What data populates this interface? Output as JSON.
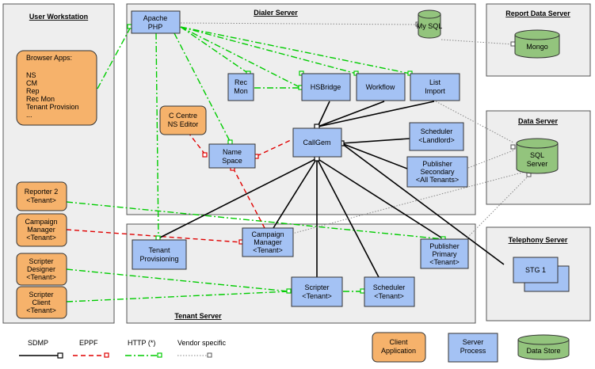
{
  "zones": {
    "user_workstation": "User Workstation",
    "dialer_server": "Dialer Server",
    "report_data_server": "Report Data Server",
    "data_server": "Data Server",
    "telephony_server": "Telephony Server",
    "tenant_server": "Tenant Server"
  },
  "nodes": {
    "apache": [
      "Apache",
      "PHP"
    ],
    "mysql": [
      "My SQL"
    ],
    "mongo": [
      "Mongo"
    ],
    "sql_server": [
      "SQL",
      "Server"
    ],
    "browser_apps": [
      "Browser Apps:",
      "",
      "NS",
      "CM",
      "Rep",
      "Rec Mon",
      "Tenant Provision",
      "..."
    ],
    "rec_mon": [
      "Rec",
      "Mon"
    ],
    "hsbridge": [
      "HSBridge"
    ],
    "workflow": [
      "Workflow"
    ],
    "list_import": [
      "List",
      "Import"
    ],
    "c_centre": [
      "C Centre",
      "NS Editor"
    ],
    "callgem": [
      "CallGem"
    ],
    "scheduler_landlord": [
      "Scheduler",
      "<Landlord>"
    ],
    "name_space": [
      "Name",
      "Space"
    ],
    "publisher_secondary": [
      "Publisher",
      "Secondary",
      "<All Tenants>"
    ],
    "reporter2": [
      "Reporter 2",
      "<Tenant>"
    ],
    "campaign_manager_client": [
      "Campaign",
      "Manager",
      "<Tenant>"
    ],
    "scripter_designer": [
      "Scripter",
      "Designer",
      "<Tenant>"
    ],
    "scripter_client": [
      "Scripter",
      "Client",
      "<Tenant>"
    ],
    "tenant_provisioning": [
      "Tenant",
      "Provisioning"
    ],
    "campaign_manager_server": [
      "Campaign",
      "Manager",
      "<Tenant>"
    ],
    "publisher_primary": [
      "Publisher",
      "Primary",
      "<Tenant>"
    ],
    "stg1": [
      "STG 1"
    ],
    "scripter_server": [
      "Scripter",
      "<Tenant>"
    ],
    "scheduler_tenant": [
      "Scheduler",
      "<Tenant>"
    ]
  },
  "legend": {
    "sdmp": "SDMP",
    "eppf": "EPPF",
    "http": "HTTP (*)",
    "vendor": "Vendor specific",
    "client_application": [
      "Client",
      "Application"
    ],
    "server_process": [
      "Server",
      "Process"
    ],
    "data_store": [
      "Data Store"
    ]
  },
  "colors": {
    "server_process": "#a4c2f4",
    "client_application": "#f6b26b",
    "data_store": "#93c47d",
    "sdmp": "#000000",
    "eppf": "#e00000",
    "http": "#00cc00",
    "vendor": "#888888"
  }
}
